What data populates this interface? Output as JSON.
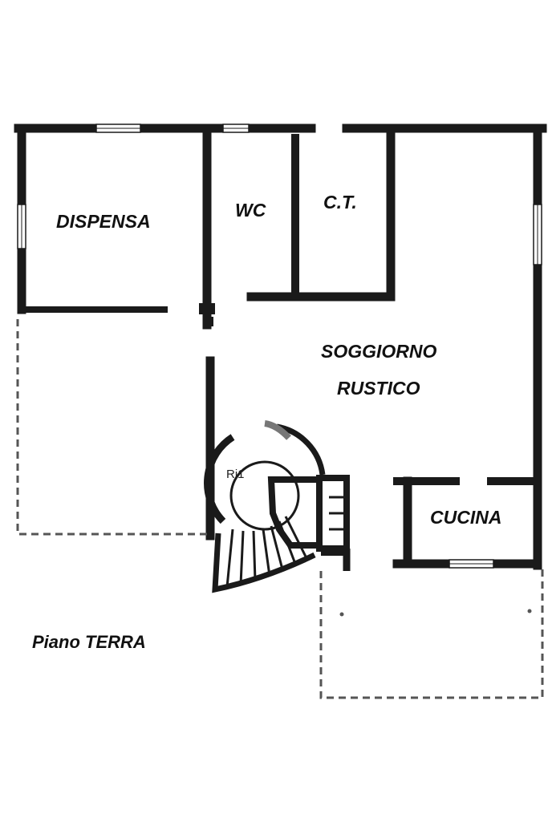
{
  "rooms": {
    "dispensa": "DISPENSA",
    "wc": "WC",
    "ct": "C.T.",
    "soggiorno_line1": "SOGGIORNO",
    "soggiorno_line2": "RUSTICO",
    "cucina": "CUCINA"
  },
  "stair": {
    "note": "Ri1"
  },
  "floor": {
    "label": "Piano TERRA"
  },
  "colors": {
    "wall": "#1a1a1a",
    "dashed": "#555555"
  }
}
